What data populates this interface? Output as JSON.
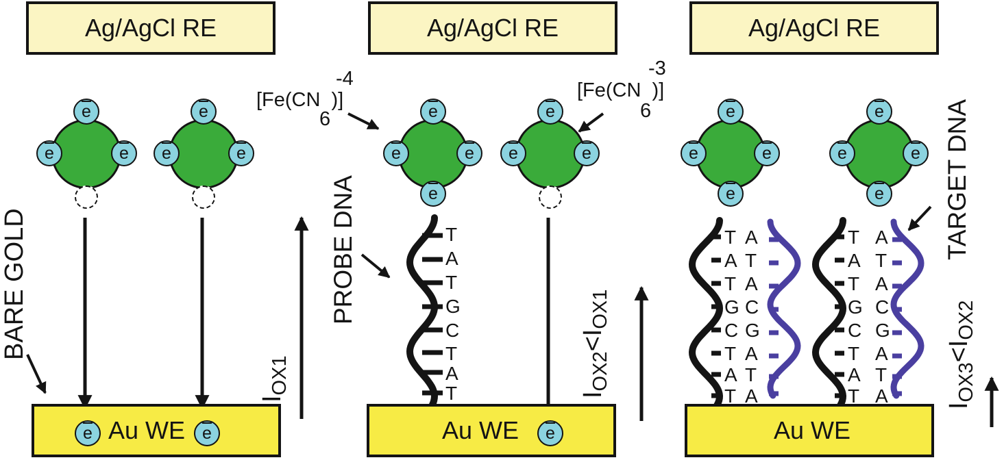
{
  "reference_electrode": {
    "labels": [
      "Ag/AgCl RE",
      "Ag/AgCl RE",
      "Ag/AgCl RE"
    ]
  },
  "working_electrode": {
    "panel1_label": "Au WE",
    "panel2_label": "Au WE",
    "panel3_label": "Au WE"
  },
  "electron_symbol": "e",
  "redox_species": {
    "ferrocyanide": {
      "formula": "[Fe(CN",
      "close": ")]",
      "subscript": "6",
      "charge": "-4"
    },
    "ferricyanide": {
      "formula": "[Fe(CN",
      "close": ")]",
      "subscript": "6",
      "charge": "-3"
    }
  },
  "labels": {
    "bare_gold": "BARE GOLD",
    "probe_dna": "PROBE DNA",
    "target_dna": "TARGET DNA"
  },
  "currents": {
    "i1": {
      "symbol": "I",
      "sub": "OX1"
    },
    "i2": {
      "symbol": "I",
      "sub": "OX2",
      "relation": "<",
      "compare_symbol": "I",
      "compare_sub": "OX1"
    },
    "i3": {
      "symbol": "I",
      "sub": "OX3",
      "relation": "<",
      "compare_symbol": "I",
      "compare_sub": "OX2"
    }
  },
  "dna": {
    "probe_sequence": [
      "T",
      "A",
      "T",
      "G",
      "C",
      "T",
      "A",
      "T"
    ],
    "target_sequence": [
      "A",
      "T",
      "A",
      "C",
      "G",
      "A",
      "T",
      "A"
    ]
  },
  "colors": {
    "reference_fill": "#fbf5c3",
    "gold_fill": "#f7eb45",
    "electron_fill": "#8bd3df",
    "redox_fill": "#3aab3a",
    "probe_strand": "#141414",
    "target_strand": "#4a3fa0",
    "outline": "#141414"
  }
}
